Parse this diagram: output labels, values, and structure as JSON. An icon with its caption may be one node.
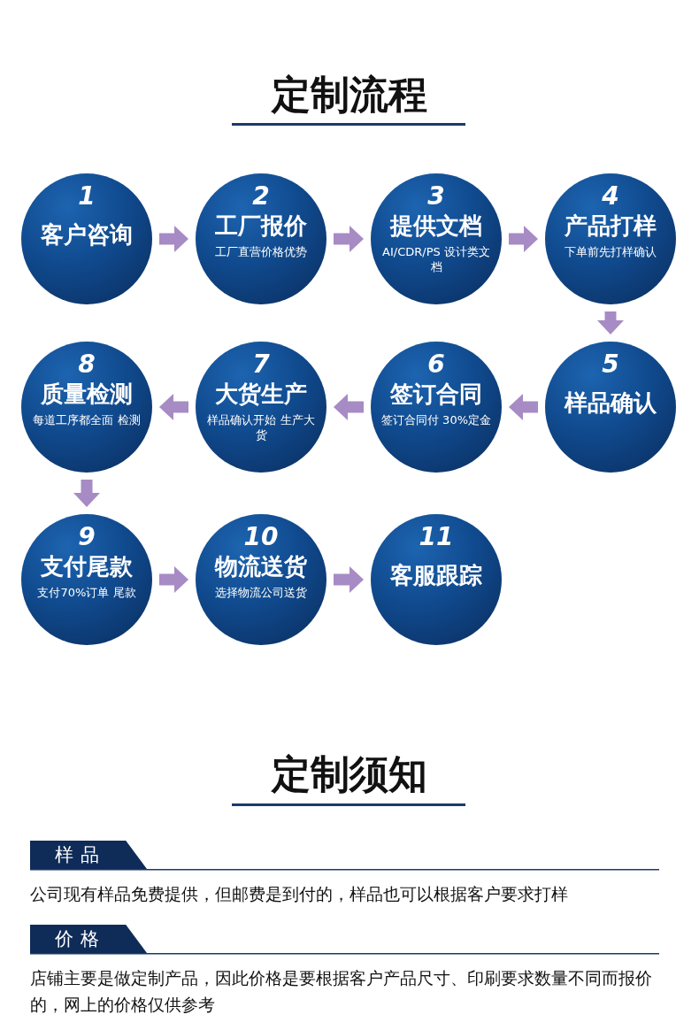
{
  "diagram": {
    "title": "定制流程",
    "nodes": [
      {
        "text": [
          "1",
          "客户咨询"
        ]
      },
      {
        "text": [
          "2",
          "工厂报价",
          "工厂直营价格优势"
        ]
      },
      {
        "text": [
          "3",
          "提供文档",
          "AI/CDR/PS 设计类文档"
        ]
      },
      {
        "text": [
          "4",
          "产品打样",
          "下单前先打样确认"
        ]
      },
      {
        "text": [
          "5",
          "样品确认"
        ]
      },
      {
        "text": [
          "6",
          "签订合同",
          "签订合同付 30%定金"
        ]
      },
      {
        "text": [
          "7",
          "大货生产",
          "样品确认开始 生产大货"
        ]
      },
      {
        "text": [
          "8",
          "质量检测",
          "每道工序都全面 检测"
        ]
      },
      {
        "text": [
          "9",
          "支付尾款",
          "支付70%订单 尾款"
        ]
      },
      {
        "text": [
          "10",
          "物流送货",
          "选择物流公司送货"
        ]
      },
      {
        "text": [
          "11",
          "客服跟踪"
        ]
      },
      {
        "text": [
          "样品"
        ]
      },
      {
        "text": [
          "价格"
        ]
      }
    ],
    "edges": [
      {
        "from": 0,
        "to": 1,
        "arrow": "to"
      },
      {
        "from": 1,
        "to": 2,
        "arrow": "to"
      },
      {
        "from": 2,
        "to": 3,
        "arrow": "to"
      },
      {
        "from": 3,
        "to": 4,
        "arrow": "to"
      },
      {
        "from": 4,
        "to": 5,
        "arrow": "to"
      },
      {
        "from": 5,
        "to": 6,
        "arrow": "to"
      },
      {
        "from": 6,
        "to": 7,
        "arrow": "to"
      },
      {
        "from": 7,
        "to": 8,
        "arrow": "to"
      },
      {
        "from": 8,
        "to": 9,
        "arrow": "to"
      },
      {
        "from": 9,
        "to": 10,
        "arrow": "to"
      }
    ],
    "labels": [
      "定制须知",
      "公司现有样品免费提供，但邮费是到付的，样品也可以根据客户要求打样",
      "店铺主要是做定制产品，因此价格是要根据客户产品尺寸、印刷要求数量不同而报价的，网上的价格仅供参考"
    ]
  }
}
